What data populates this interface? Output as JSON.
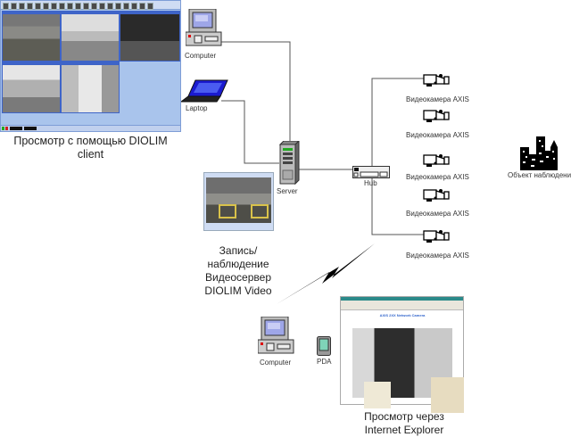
{
  "title": "Схема системы видеонаблюдения DIOLIM",
  "client_view": {
    "caption": "Просмотр с помощью DIOLIM client",
    "pane_count": 5
  },
  "devices": {
    "computer_top": "Computer",
    "laptop": "Laptop",
    "server": "Server",
    "hub": "Hub",
    "computer_bottom": "Computer",
    "pda": "PDA"
  },
  "cameras": [
    {
      "label": "Видеокамера AXIS"
    },
    {
      "label": "Видеокамера AXIS"
    },
    {
      "label": "Видеокамера AXIS"
    },
    {
      "label": "Видеокамера AXIS"
    },
    {
      "label": "Видеокамера AXIS"
    }
  ],
  "target": {
    "label": "Объект наблюдения"
  },
  "video_server": {
    "caption_lines": [
      "Запись/",
      "наблюдение",
      "Видеосервер",
      "DIOLIM Video"
    ]
  },
  "ie_view": {
    "page_header": "AXIS 2XX Network Camera",
    "caption_lines": [
      "Просмотр через",
      "Internet Explorer"
    ]
  },
  "colors": {
    "wire": "#555555",
    "client_bg": "#a9c4ec",
    "pane_border": "#3e64c8"
  }
}
